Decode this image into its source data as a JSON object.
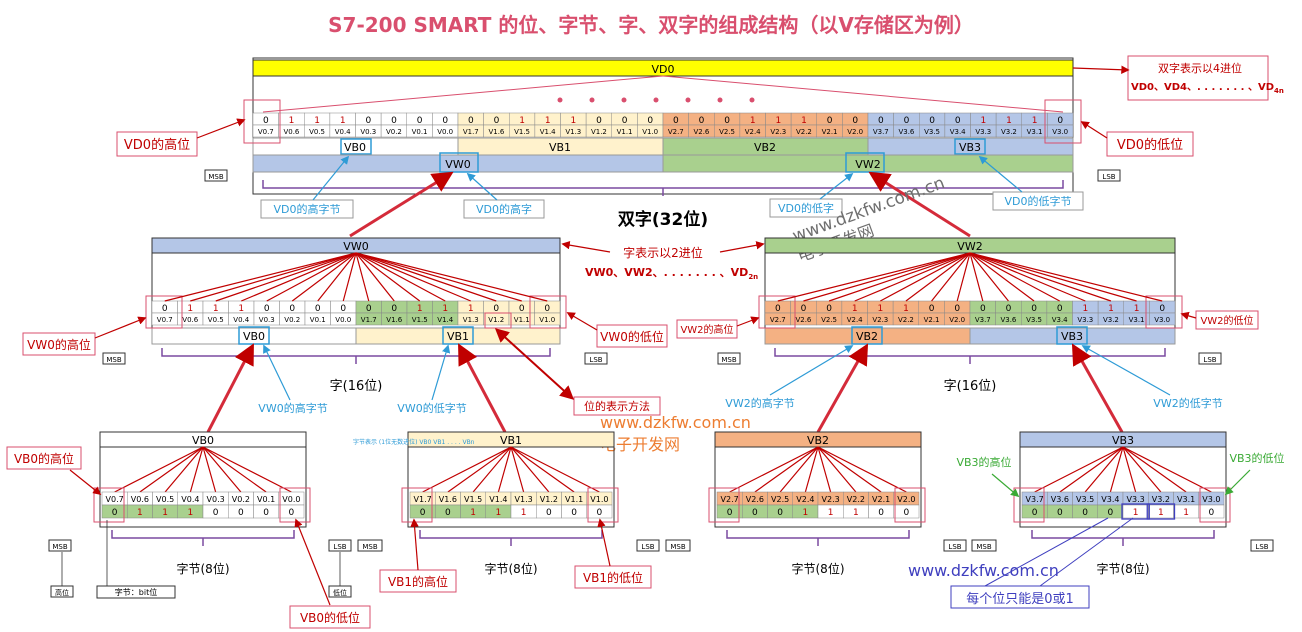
{
  "title": "S7-200 SMART 的位、字节、字、双字的组成结构（以V存储区为例）",
  "top": {
    "vd_label": "VD0",
    "bits": [
      "0",
      "1",
      "1",
      "1",
      "0",
      "0",
      "0",
      "0",
      "0",
      "0",
      "1",
      "1",
      "1",
      "0",
      "0",
      "0",
      "0",
      "0",
      "0",
      "1",
      "1",
      "1",
      "0",
      "0",
      "0",
      "0",
      "0",
      "0",
      "1",
      "1",
      "1",
      "0"
    ],
    "names": [
      "V0.7",
      "V0.6",
      "V0.5",
      "V0.4",
      "V0.3",
      "V0.2",
      "V0.1",
      "V0.0",
      "V1.7",
      "V1.6",
      "V1.5",
      "V1.4",
      "V1.3",
      "V1.2",
      "V1.1",
      "V1.0",
      "V2.7",
      "V2.6",
      "V2.5",
      "V2.4",
      "V2.3",
      "V2.2",
      "V2.1",
      "V2.0",
      "V3.7",
      "V3.6",
      "V3.5",
      "V3.4",
      "V3.3",
      "V3.2",
      "V3.1",
      "V3.0"
    ],
    "byte_labels": [
      "VB0",
      "VB1",
      "VB2",
      "VB3"
    ],
    "word_labels": [
      "VW0",
      "VW2"
    ],
    "msb": "MSB",
    "lsb": "LSB",
    "caption": "双字(32位)",
    "vd0_high": "VD0的高位",
    "vd0_low": "VD0的低位",
    "vd0_high_byte": "VD0的高字节",
    "vd0_high_word": "VD0的高字",
    "vd0_low_word": "VD0的低字",
    "vd0_low_byte": "VD0的低字节",
    "note1": "双字表示以4进位",
    "note2": "VD0、VD4、. . . . . . . 、VD",
    "note2_sub": "4n"
  },
  "words": {
    "note1": "字表示以2进位",
    "note2": "VW0、VW2、. . . . . . . 、VD",
    "note2_sub": "2n",
    "caption": "字(16位)",
    "w0": {
      "label": "VW0",
      "bits": [
        "0",
        "1",
        "1",
        "1",
        "0",
        "0",
        "0",
        "0",
        "0",
        "0",
        "1",
        "1",
        "1",
        "0",
        "0",
        "0"
      ],
      "names": [
        "V0.7",
        "V0.6",
        "V0.5",
        "V0.4",
        "V0.3",
        "V0.2",
        "V0.1",
        "V0.0",
        "V1.7",
        "V1.6",
        "V1.5",
        "V1.4",
        "V1.3",
        "V1.2",
        "V1.1",
        "V1.0"
      ],
      "bytes": [
        "VB0",
        "VB1"
      ],
      "high": "VW0的高位",
      "low": "VW0的低位",
      "high_byte": "VW0的高字节",
      "low_byte": "VW0的低字节",
      "bit_method": "位的表示方法"
    },
    "w2": {
      "label": "VW2",
      "bits": [
        "0",
        "0",
        "0",
        "1",
        "1",
        "1",
        "0",
        "0",
        "0",
        "0",
        "0",
        "0",
        "1",
        "1",
        "1",
        "0"
      ],
      "names": [
        "V2.7",
        "V2.6",
        "V2.5",
        "V2.4",
        "V2.3",
        "V2.2",
        "V2.1",
        "V2.0",
        "V3.7",
        "V3.6",
        "V3.5",
        "V3.4",
        "V3.3",
        "V3.2",
        "V3.1",
        "V3.0"
      ],
      "bytes": [
        "VB2",
        "VB3"
      ],
      "high": "VW2的高位",
      "low": "VW2的低位",
      "high_byte": "VW2的高字节",
      "low_byte": "VW2的低字节"
    }
  },
  "bytes": {
    "caption": "字节(8位)",
    "note": "字节表示\n(1位无数进位)\nVB0 VB1 . . . . VBn",
    "b0": {
      "label": "VB0",
      "names": [
        "V0.7",
        "V0.6",
        "V0.5",
        "V0.4",
        "V0.3",
        "V0.2",
        "V0.1",
        "V0.0"
      ],
      "bits": [
        "0",
        "1",
        "1",
        "1",
        "0",
        "0",
        "0",
        "0"
      ],
      "high": "VB0的高位",
      "low": "VB0的低位"
    },
    "b1": {
      "label": "VB1",
      "names": [
        "V1.7",
        "V1.6",
        "V1.5",
        "V1.4",
        "V1.3",
        "V1.2",
        "V1.1",
        "V1.0"
      ],
      "bits": [
        "0",
        "0",
        "1",
        "1",
        "1",
        "0",
        "0",
        "0"
      ],
      "high": "VB1的高位",
      "low": "VB1的低位"
    },
    "b2": {
      "label": "VB2",
      "names": [
        "V2.7",
        "V2.6",
        "V2.5",
        "V2.4",
        "V2.3",
        "V2.2",
        "V2.1",
        "V2.0"
      ],
      "bits": [
        "0",
        "0",
        "0",
        "1",
        "1",
        "1",
        "0",
        "0"
      ]
    },
    "b3": {
      "label": "VB3",
      "names": [
        "V3.7",
        "V3.6",
        "V3.5",
        "V3.4",
        "V3.3",
        "V3.2",
        "V3.1",
        "V3.0"
      ],
      "bits": [
        "0",
        "0",
        "0",
        "0",
        "1",
        "1",
        "1",
        "0"
      ],
      "high": "VB3的高位",
      "low": "VB3的低位"
    },
    "msb_gao": "高位",
    "lsb_di": "低位",
    "bit_tag": "字节：bit位",
    "each_bit": "每个位只能是0或1"
  },
  "watermark": {
    "url": "www.dzkfw.com.cn",
    "cn": "电子开发网"
  },
  "colors": {
    "yellow": "#ffff00",
    "blue_light": "#b4c6e7",
    "green_light": "#a9d08e",
    "orange_light": "#f4b183",
    "cream": "#fff2cc",
    "red": "#c00000",
    "blue_text": "#2e9bd6",
    "green_text": "#3aaa35"
  }
}
